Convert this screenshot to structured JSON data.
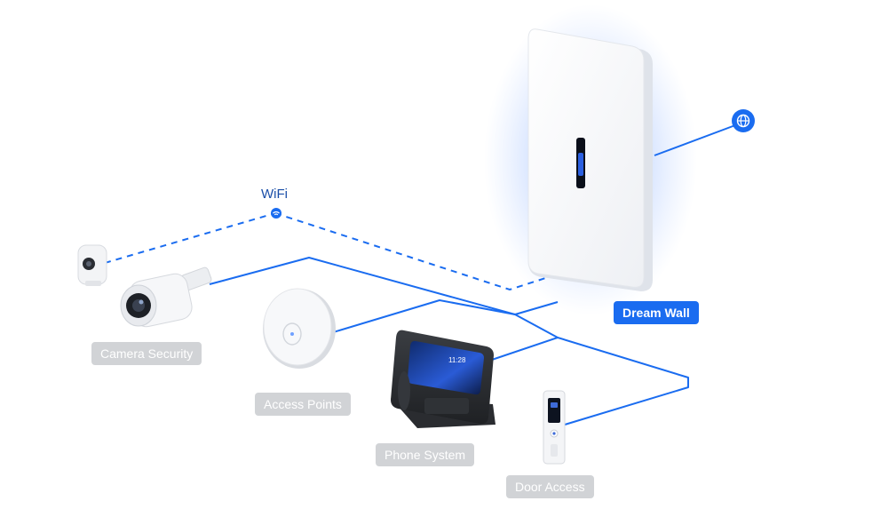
{
  "wifi": {
    "label": "WiFi"
  },
  "devices": {
    "gateway": {
      "label": "Dream Wall"
    },
    "camera": {
      "label": "Camera Security"
    },
    "access_point": {
      "label": "Access Points"
    },
    "phone": {
      "label": "Phone System",
      "screen_time": "11:28"
    },
    "door": {
      "label": "Door Access"
    }
  },
  "colors": {
    "link_line": "#1a6cf0",
    "wifi_line": "#1a6cf0",
    "primary_label": "#1a6cf0",
    "secondary_label": "#d1d3d6",
    "internet_badge": "#1a6cf0"
  },
  "icons": {
    "internet": "globe-icon",
    "wifi": "wifi-icon"
  }
}
